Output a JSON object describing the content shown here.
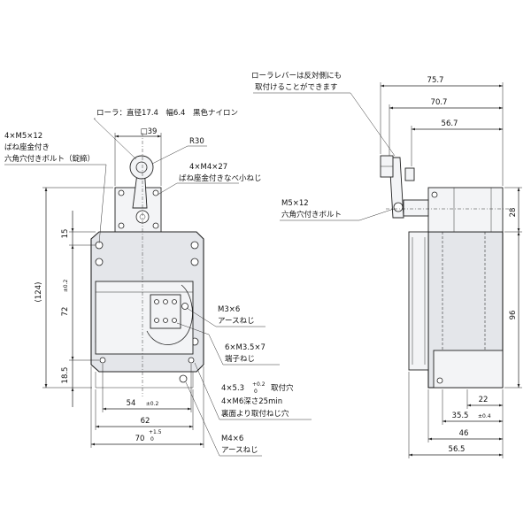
{
  "roller_label": "ローラ：直径17.4　幅6.4　黒色ナイロン",
  "square_label": "□39",
  "r30_label": "R30",
  "bolt_spring_label": [
    "4×M5×12",
    "ばね座金付き",
    "六角穴付きボルト（錠締）"
  ],
  "m4_label": [
    "4×M4×27",
    "ばね座金付きなべ小ねじ"
  ],
  "m3_label": [
    "M3×6",
    "アースねじ"
  ],
  "terminal_label": [
    "6×M3.5×7",
    "端子ねじ"
  ],
  "mount_hole_label": [
    "4×5.3",
    "+0.2",
    "0",
    "取付穴"
  ],
  "mount_m6_label": [
    "4×M6深さ25min",
    "裏面より取付ねじ穴"
  ],
  "m4_earth_label": [
    "M4×6",
    "アースねじ"
  ],
  "lever_note": [
    "ローラレバーは反対側にも",
    "取付けることができます"
  ],
  "m5_side_label": [
    "M5×12",
    "六角穴付きボルト"
  ],
  "dims_front": {
    "d124": "(124)",
    "d72": "72",
    "d72_tol": "±0.2",
    "d15": "15",
    "d185": "18.5",
    "d54": "54",
    "d54_tol": "±0.2",
    "d62": "62",
    "d70": "70",
    "d70_tol_up": "+1.5",
    "d70_tol_dn": "0"
  },
  "dims_side": {
    "d757": "75.7",
    "d707": "70.7",
    "d567": "56.7",
    "d28": "28",
    "d96": "96",
    "d22": "22",
    "d355": "35.5",
    "d355_tol": "±0.4",
    "d46": "46",
    "d565": "56.5"
  }
}
